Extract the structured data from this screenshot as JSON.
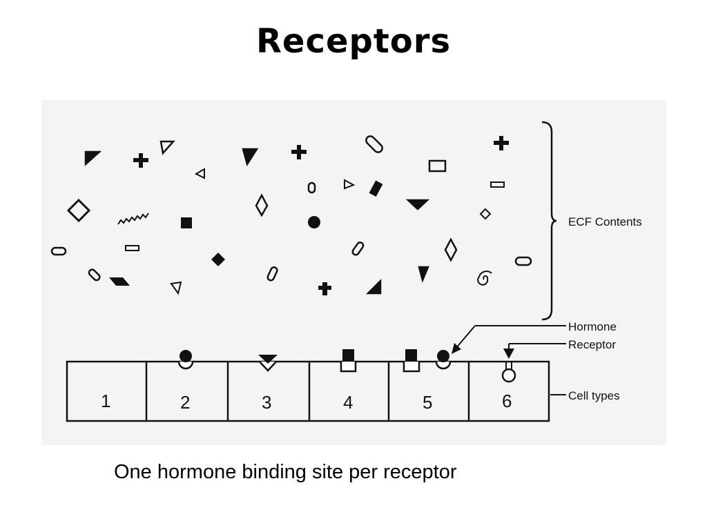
{
  "title": "Receptors",
  "labels": {
    "ecf_contents": "ECF Contents",
    "hormone": "Hormone",
    "receptor": "Receptor",
    "cell_types": "Cell types"
  },
  "cells": [
    "1",
    "2",
    "3",
    "4",
    "5",
    "6"
  ],
  "caption": "One hormone binding site per receptor"
}
